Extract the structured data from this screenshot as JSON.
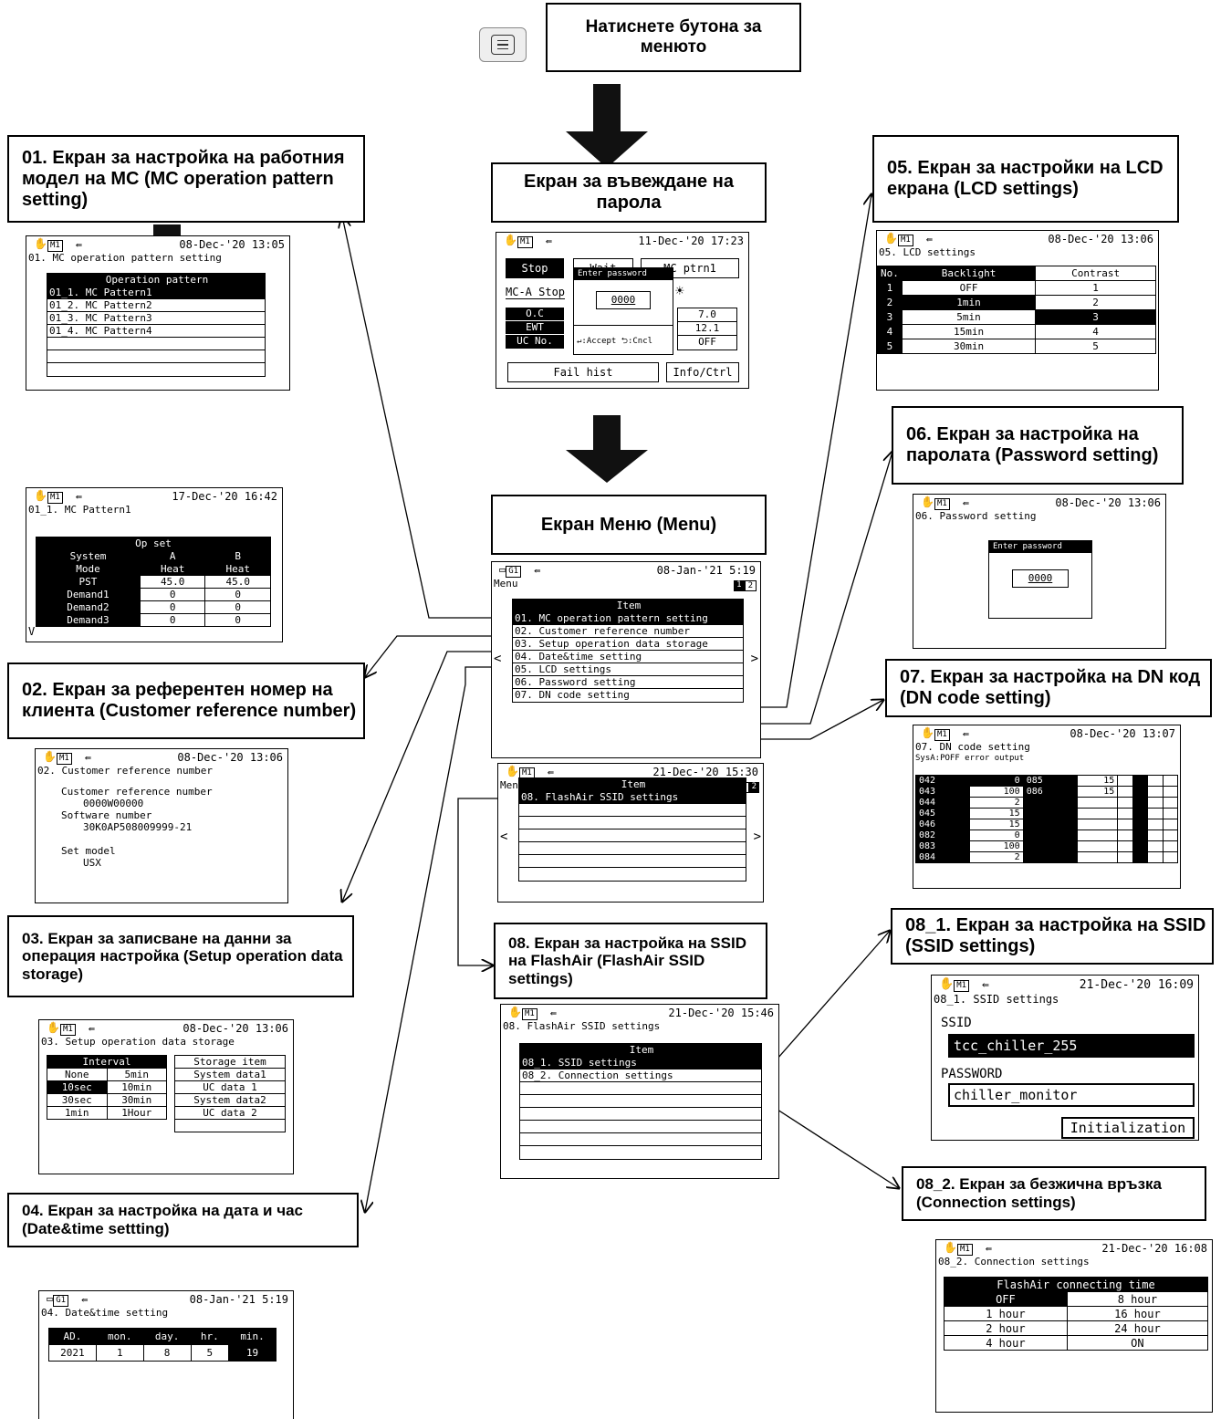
{
  "top": {
    "menu_button_icon": "menu-icon",
    "label": "Натиснете бутона за менюто"
  },
  "labels": {
    "password_entry": "Екран за въвеждане на парола",
    "menu": "Екран Меню (Menu)",
    "s01": "01. Екран за настройка на работния модел на MC (MC operation pattern setting)",
    "s02": "02. Екран за референтен номер на клиента (Customer reference number)",
    "s03": "03. Екран за записване на данни за операция настройка (Setup operation data storage)",
    "s04": "04. Екран за настройка на дата и час (Date&time settting)",
    "s05": "05. Екран за настройки на LCD екрана (LCD settings)",
    "s06": "06. Екран за настройка на паролата (Password setting)",
    "s07": "07. Екран за настройка на DN код (DN code setting)",
    "s08": "08. Екран за настройка на SSID на FlashAir (FlashAir SSID settings)",
    "s08_1": "08_1. Екран за настройка на SSID (SSID settings)",
    "s08_2": "08_2. Екран за безжична връзка (Connection settings)"
  },
  "screens": {
    "pw": {
      "unit": "M1",
      "date": "11-Dec-'20 17:23",
      "stop": "Stop",
      "wait": "Wait",
      "mc": "MC ptrn1",
      "mca": "MC-A Stop",
      "rows": [
        "O.C",
        "EWT",
        "UC No."
      ],
      "vals": [
        "7.0",
        "12.1",
        "OFF"
      ],
      "fail": "Fail hist",
      "info": "Info/Ctrl",
      "dlg_title": "Enter password",
      "dlg_value": "0000",
      "dlg_keys": "↵:Accept ⮌:Cncl"
    },
    "s01": {
      "unit": "M1",
      "date": "08-Dec-'20 13:05",
      "title": "01. MC operation pattern setting",
      "header": "Operation pattern",
      "items": [
        "01_1. MC Pattern1",
        "01_2. MC Pattern2",
        "01_3. MC Pattern3",
        "01_4. MC Pattern4"
      ]
    },
    "s01_1": {
      "unit": "M1",
      "date": "17-Dec-'20 16:42",
      "title": "01_1. MC Pattern1",
      "header": "Op set",
      "rows": [
        [
          "System",
          "A",
          "B"
        ],
        [
          "Mode",
          "Heat",
          "Heat"
        ],
        [
          "PST",
          "45.0",
          "45.0"
        ],
        [
          "Demand1",
          "0",
          "0"
        ],
        [
          "Demand2",
          "0",
          "0"
        ],
        [
          "Demand3",
          "0",
          "0"
        ]
      ]
    },
    "s02": {
      "unit": "M1",
      "date": "08-Dec-'20 13:06",
      "title": "02. Customer reference number",
      "l1": "Customer reference number",
      "v1": "0000W00000",
      "l2": "Software number",
      "v2": "30K0AP508009999-21",
      "l3": "Set model",
      "v3": "USX"
    },
    "s03": {
      "unit": "M1",
      "date": "08-Dec-'20 13:06",
      "title": "03. Setup operation data storage",
      "h1": "Interval",
      "h2": "Storage item",
      "iv": [
        [
          "None",
          "5min"
        ],
        [
          "10sec",
          "10min"
        ],
        [
          "30sec",
          "30min"
        ],
        [
          "1min",
          "1Hour"
        ]
      ],
      "items": [
        "System data1",
        "UC data 1",
        "System data2",
        "UC data 2"
      ]
    },
    "s04": {
      "unit": "G1",
      "date": "08-Jan-'21  5:19",
      "title": "04. Date&time setting",
      "heads": [
        "AD.",
        "mon.",
        "day.",
        "hr.",
        "min."
      ],
      "vals": [
        "2021",
        "1",
        "8",
        "5",
        "19"
      ]
    },
    "menu1": {
      "unit": "G1",
      "date": "08-Jan-'21  5:19",
      "title": "Menu",
      "p1": "1",
      "p2": "2",
      "header": "Item",
      "items": [
        "01. MC operation pattern setting",
        "02. Customer reference number",
        "03. Setup operation data storage",
        "04. Date&time setting",
        "05. LCD settings",
        "06. Password setting",
        "07. DN code setting"
      ]
    },
    "menu2": {
      "unit": "M1",
      "date": "21-Dec-'20 15:30",
      "title": "Menu",
      "p1": "1",
      "p2": "2",
      "header": "Item",
      "items": [
        "08. FlashAir SSID settings"
      ]
    },
    "s05": {
      "unit": "M1",
      "date": "08-Dec-'20 13:06",
      "title": "05. LCD settings",
      "heads": [
        "No.",
        "Backlight",
        "Contrast"
      ],
      "rows": [
        [
          "1",
          "OFF",
          "1"
        ],
        [
          "2",
          "1min",
          "2"
        ],
        [
          "3",
          "5min",
          "3"
        ],
        [
          "4",
          "15min",
          "4"
        ],
        [
          "5",
          "30min",
          "5"
        ]
      ]
    },
    "s06": {
      "unit": "M1",
      "date": "08-Dec-'20 13:06",
      "title": "06. Password setting",
      "dlg_title": "Enter password",
      "dlg_value": "0000"
    },
    "s07": {
      "unit": "M1",
      "date": "08-Dec-'20 13:07",
      "title": "07. DN code setting",
      "sub": "SysA:POFF error output",
      "rows": [
        [
          "042",
          "0",
          "085",
          "15"
        ],
        [
          "043",
          "100",
          "086",
          "15"
        ],
        [
          "044",
          "2",
          "",
          ""
        ],
        [
          "045",
          "15",
          "",
          ""
        ],
        [
          "046",
          "15",
          "",
          ""
        ],
        [
          "082",
          "0",
          "",
          ""
        ],
        [
          "083",
          "100",
          "",
          ""
        ],
        [
          "084",
          "2",
          "",
          ""
        ]
      ]
    },
    "s08": {
      "unit": "M1",
      "date": "21-Dec-'20 15:46",
      "title": "08. FlashAir SSID settings",
      "header": "Item",
      "items": [
        "08_1. SSID settings",
        "08_2. Connection settings"
      ]
    },
    "s08_1": {
      "unit": "M1",
      "date": "21-Dec-'20 16:09",
      "title": "08_1. SSID settings",
      "ssid_label": "SSID",
      "ssid": "tcc_chiller_255",
      "pw_label": "PASSWORD",
      "pw": "chiller_monitor",
      "init": "Initialization"
    },
    "s08_2": {
      "unit": "M1",
      "date": "21-Dec-'20 16:08",
      "title": "08_2. Connection settings",
      "header": "FlashAir connecting time",
      "rows": [
        [
          "OFF",
          "8 hour"
        ],
        [
          "1 hour",
          "16 hour"
        ],
        [
          "2 hour",
          "24 hour"
        ],
        [
          "4 hour",
          "ON"
        ]
      ]
    }
  },
  "icons": {
    "hand": "hand-icon",
    "exit": "exit-icon",
    "sun": "sun-icon",
    "enter": "enter-icon",
    "back": "back-icon"
  }
}
